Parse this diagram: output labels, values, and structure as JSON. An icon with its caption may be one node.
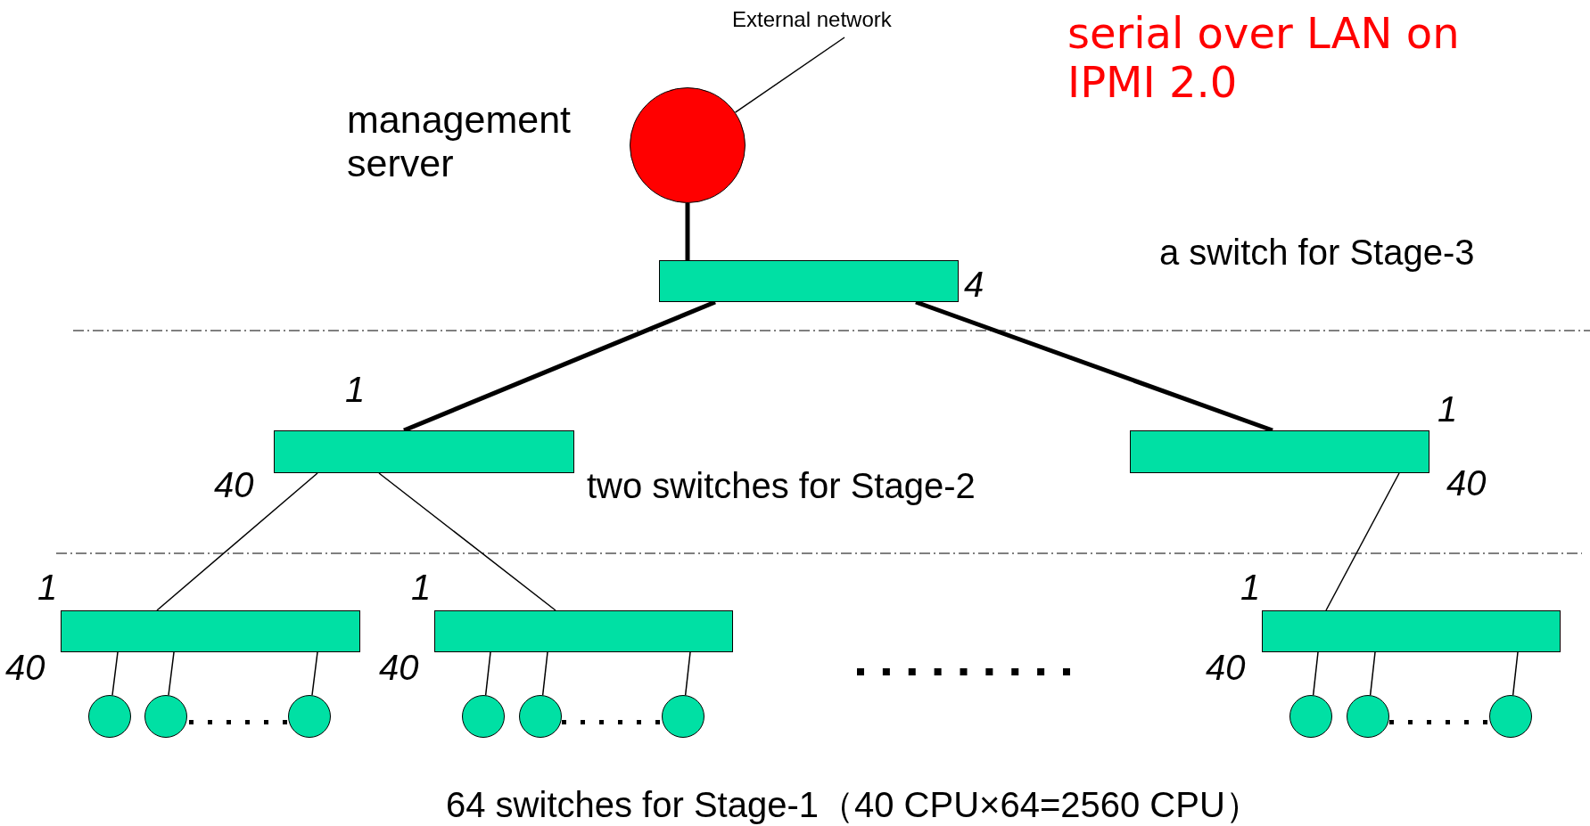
{
  "diagram": {
    "nodes": [
      {
        "text": [],
        "shape": "circle",
        "beside": [
          "management server"
        ]
      },
      {
        "text": [
          "External network"
        ]
      },
      {
        "text": [],
        "shape": "bar",
        "beside": [
          "4"
        ]
      },
      {
        "text": [],
        "shape": "bar",
        "beside": [
          "1",
          "40"
        ]
      },
      {
        "text": [],
        "shape": "bar",
        "beside": [
          "1",
          "40"
        ]
      },
      {
        "text": [],
        "shape": "bar",
        "beside": [
          "1",
          "40"
        ]
      },
      {
        "text": [],
        "shape": "bar",
        "beside": [
          "1",
          "40"
        ]
      },
      {
        "text": [],
        "shape": "bar",
        "beside": [
          "1",
          "40"
        ]
      },
      {
        "text": [],
        "shape": "circle"
      },
      {
        "text": [],
        "shape": "circle"
      },
      {
        "text": [],
        "shape": "circle"
      },
      {
        "text": [],
        "shape": "circle"
      },
      {
        "text": [],
        "shape": "circle"
      },
      {
        "text": [],
        "shape": "circle"
      },
      {
        "text": [],
        "shape": "circle"
      },
      {
        "text": [],
        "shape": "circle"
      },
      {
        "text": [],
        "shape": "circle"
      }
    ],
    "edges": [
      {
        "from": 1,
        "to": 0,
        "arrow": "none"
      },
      {
        "from": 0,
        "to": 2,
        "arrow": "none",
        "style": "thick"
      },
      {
        "from": 2,
        "to": 3,
        "arrow": "none",
        "style": "thick"
      },
      {
        "from": 2,
        "to": 4,
        "arrow": "none",
        "style": "thick"
      },
      {
        "from": 3,
        "to": 5,
        "arrow": "none"
      },
      {
        "from": 3,
        "to": 6,
        "arrow": "none"
      },
      {
        "from": 4,
        "to": 7,
        "arrow": "none"
      },
      {
        "from": 5,
        "to": 8,
        "arrow": "none"
      },
      {
        "from": 5,
        "to": 9,
        "arrow": "none"
      },
      {
        "from": 5,
        "to": 10,
        "arrow": "none"
      },
      {
        "from": 6,
        "to": 11,
        "arrow": "none"
      },
      {
        "from": 6,
        "to": 12,
        "arrow": "none"
      },
      {
        "from": 6,
        "to": 13,
        "arrow": "none"
      },
      {
        "from": 7,
        "to": 14,
        "arrow": "none"
      },
      {
        "from": 7,
        "to": 15,
        "arrow": "none"
      },
      {
        "from": 7,
        "to": 16,
        "arrow": "none"
      }
    ],
    "labels": [
      "serial over LAN on IPMI 2.0",
      "a switch for Stage-3",
      "two switches for Stage-2",
      "64 switches for Stage-1（40 CPU×64=2560 CPU）"
    ]
  }
}
